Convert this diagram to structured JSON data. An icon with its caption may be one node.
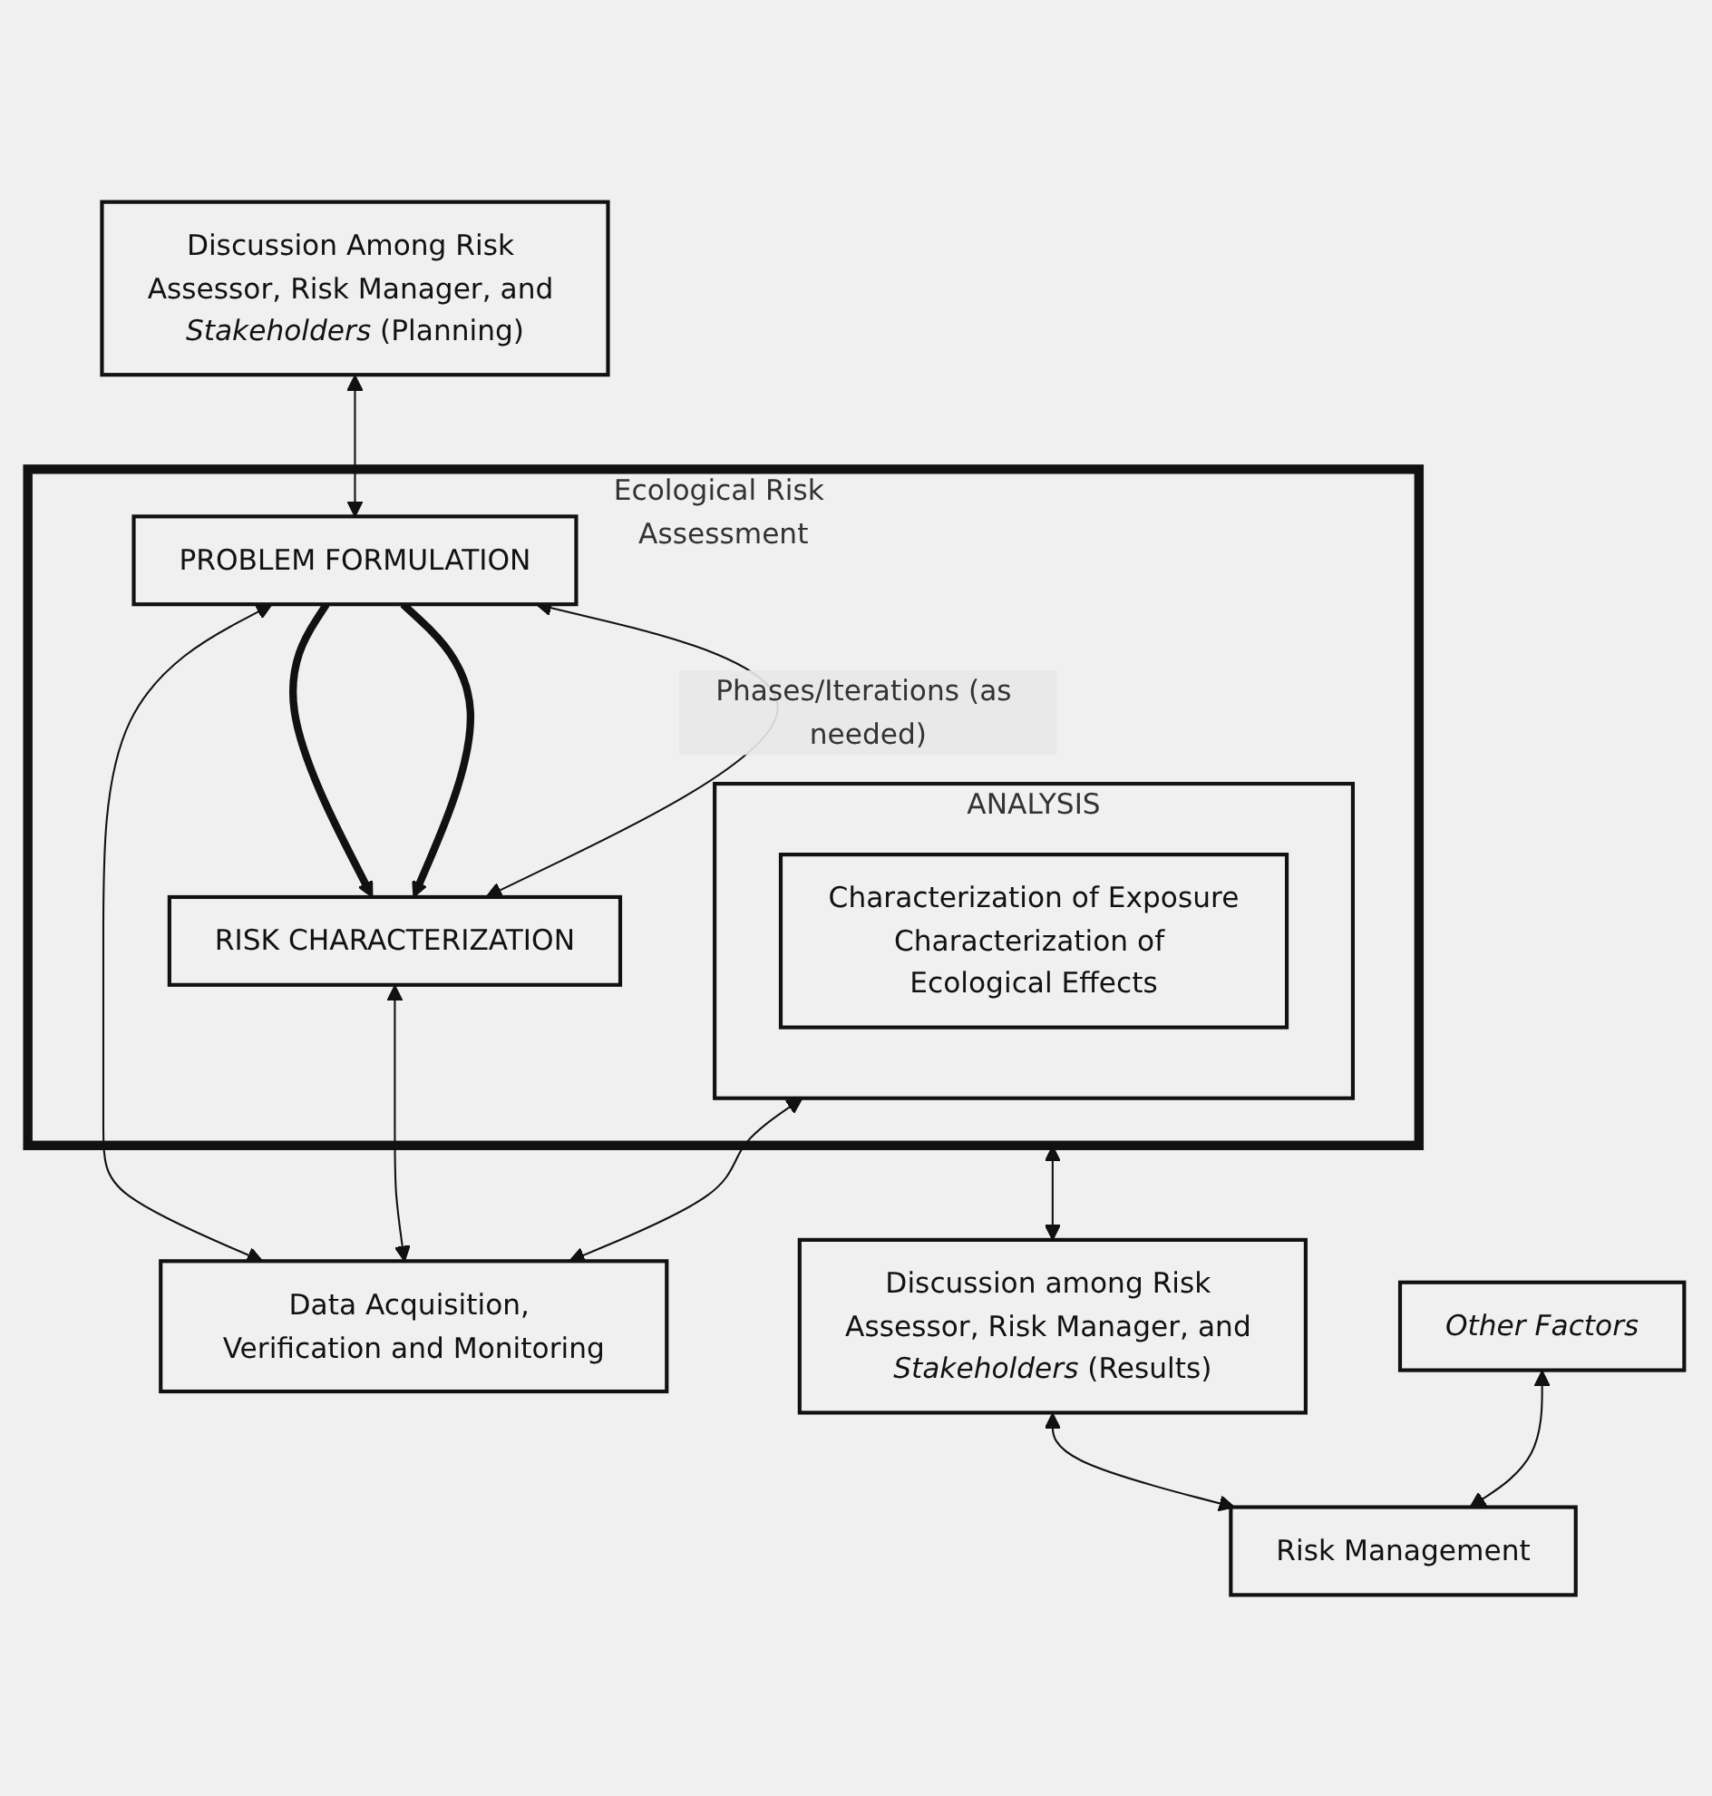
{
  "diagram": {
    "nodes": [
      {
        "text": [
          "Ecological Risk Assessment"
        ]
      },
      {
        "text": [
          "Discussion Among Risk Assessor, Risk Manager, and *Stakeholders* (Planning)"
        ]
      },
      {
        "text": [
          "PROBLEM FORMULATION"
        ],
        "in": 0
      },
      {
        "text": [
          "ANALYSIS"
        ],
        "in": 0
      },
      {
        "text": [
          "Characterization of Exposure",
          "Characterization of Ecological Effects"
        ],
        "in": 3
      },
      {
        "text": [
          "RISK CHARACTERIZATION"
        ],
        "in": 0
      },
      {
        "text": [
          "Data Acquisition, Verification and Monitoring"
        ]
      },
      {
        "text": [
          "Discussion among Risk Assessor, Risk Manager, and *Stakeholders* (Results)"
        ]
      },
      {
        "text": [
          "Risk Management"
        ]
      },
      {
        "text": [
          "Other Factors"
        ]
      }
    ],
    "edges": [
      {
        "from": 1,
        "to": 2,
        "arrow": "both"
      },
      {
        "from": 2,
        "to": 5,
        "arrow": "to",
        "style": "thick"
      },
      {
        "from": 2,
        "to": 5,
        "arrow": "to",
        "style": "thick"
      },
      {
        "from": 2,
        "to": 6,
        "arrow": "both"
      },
      {
        "from": 3,
        "to": 6,
        "arrow": "both"
      },
      {
        "from": 5,
        "to": 6,
        "arrow": "both"
      },
      {
        "from": 5,
        "to": 2,
        "arrow": "both",
        "label": "Phases/Iterations (as needed)"
      },
      {
        "from": 0,
        "to": 7,
        "arrow": "both"
      },
      {
        "from": 7,
        "to": 8,
        "arrow": "both"
      },
      {
        "from": 9,
        "to": 8,
        "arrow": "both"
      }
    ]
  }
}
